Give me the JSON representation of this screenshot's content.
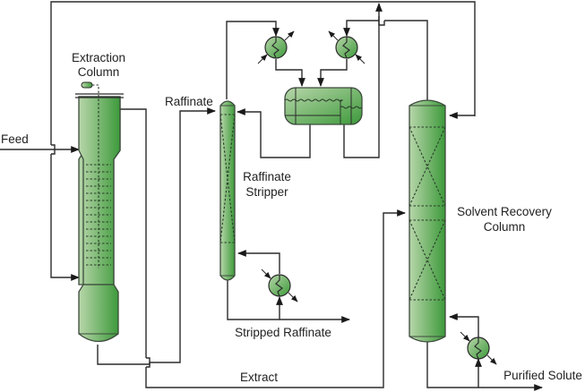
{
  "diagram": {
    "type": "process-flow",
    "title": "",
    "colors": {
      "vessel_light": "#b5d3a7",
      "vessel_dark": "#3f9a3d",
      "line": "#2b2b2b",
      "text": "#222222"
    },
    "labels": {
      "feed": "Feed",
      "extraction_column_line1": "Extraction",
      "extraction_column_line2": "Column",
      "raffinate": "Raffinate",
      "raffinate_stripper_line1": "Raffinate",
      "raffinate_stripper_line2": "Stripper",
      "stripped_raffinate": "Stripped Raffinate",
      "extract": "Extract",
      "solvent_recovery_line1": "Solvent Recovery",
      "solvent_recovery_line2": "Column",
      "purified_solute": "Purified Solute"
    },
    "equipment": [
      {
        "id": "extraction-column",
        "name": "Extraction Column"
      },
      {
        "id": "raffinate-stripper",
        "name": "Raffinate Stripper"
      },
      {
        "id": "solvent-recovery-column",
        "name": "Solvent Recovery Column"
      },
      {
        "id": "decanter",
        "name": "Decanter"
      },
      {
        "id": "condenser-1",
        "name": "Condenser"
      },
      {
        "id": "condenser-2",
        "name": "Condenser"
      },
      {
        "id": "reboiler-1",
        "name": "Reboiler"
      },
      {
        "id": "reboiler-2",
        "name": "Reboiler"
      }
    ]
  }
}
